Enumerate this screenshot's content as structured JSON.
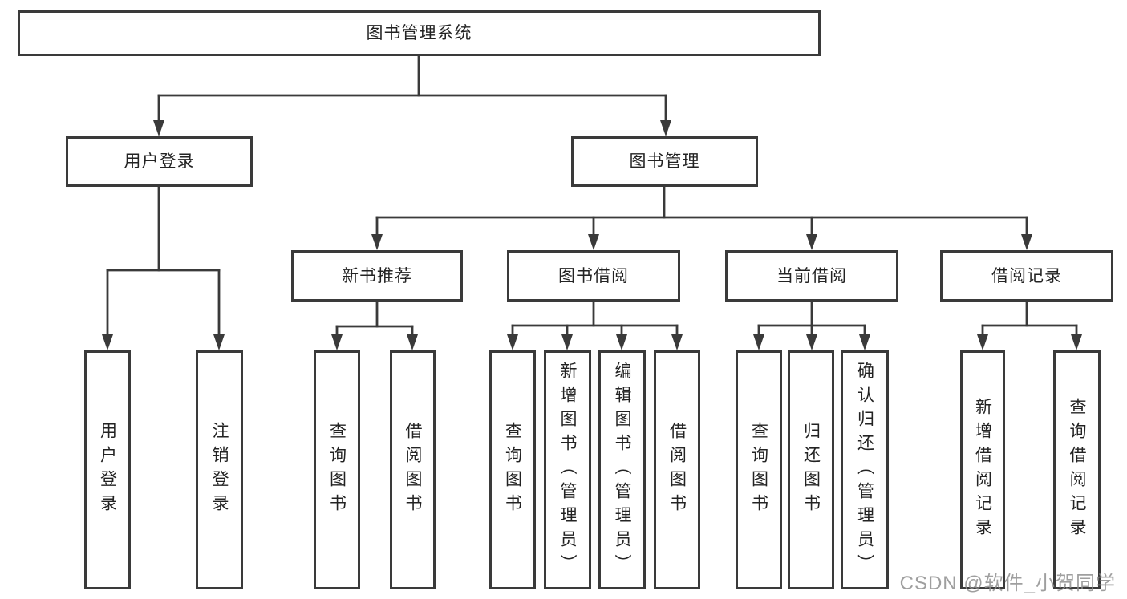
{
  "diagram": {
    "root": {
      "label": "图书管理系统"
    },
    "level2": [
      {
        "label": "用户登录"
      },
      {
        "label": "图书管理"
      }
    ],
    "level3": [
      {
        "parent": "图书管理",
        "label": "新书推荐"
      },
      {
        "parent": "图书管理",
        "label": "图书借阅"
      },
      {
        "parent": "图书管理",
        "label": "当前借阅"
      },
      {
        "parent": "图书管理",
        "label": "借阅记录"
      }
    ],
    "leaves": [
      {
        "parent": "用户登录",
        "label": "用户登录"
      },
      {
        "parent": "用户登录",
        "label": "注销登录"
      },
      {
        "parent": "新书推荐",
        "label": "查询图书"
      },
      {
        "parent": "新书推荐",
        "label": "借阅图书"
      },
      {
        "parent": "图书借阅",
        "label": "查询图书"
      },
      {
        "parent": "图书借阅",
        "label": "新增图书（管理员）"
      },
      {
        "parent": "图书借阅",
        "label": "编辑图书（管理员）"
      },
      {
        "parent": "图书借阅",
        "label": "借阅图书"
      },
      {
        "parent": "当前借阅",
        "label": "查询图书"
      },
      {
        "parent": "当前借阅",
        "label": "归还图书"
      },
      {
        "parent": "当前借阅",
        "label": "确认归还（管理员）"
      },
      {
        "parent": "借阅记录",
        "label": "新增借阅记录"
      },
      {
        "parent": "借阅记录",
        "label": "查询借阅记录"
      }
    ]
  },
  "watermark": {
    "text": "CSDN @软件_小贺同学"
  },
  "colors": {
    "line": "#3a3a3a",
    "text": "#232323",
    "background": "#ffffff",
    "watermark": "#8f8f8f"
  }
}
